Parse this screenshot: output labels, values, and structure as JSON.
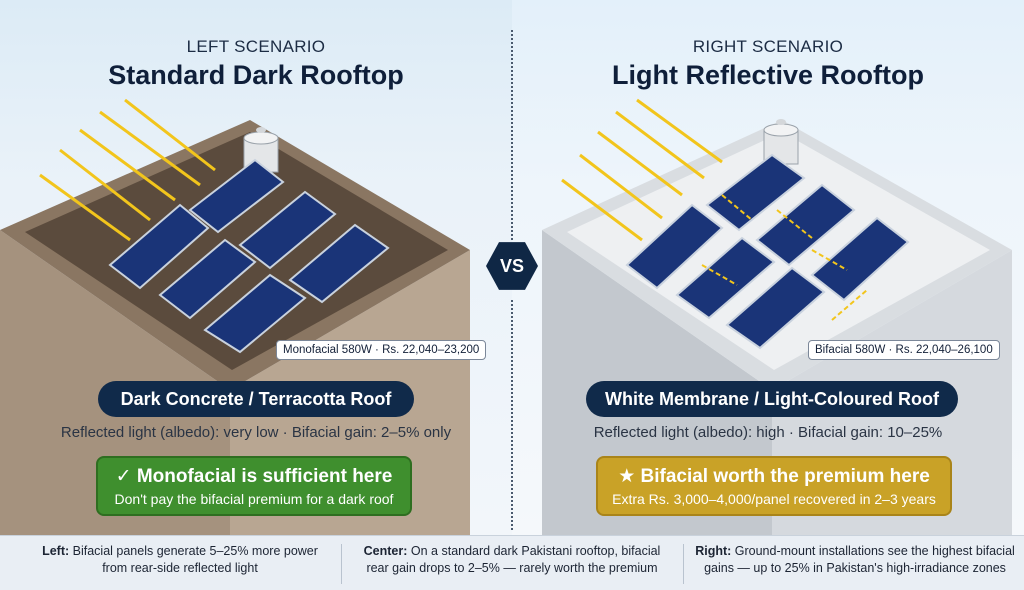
{
  "left": {
    "scenario": "LEFT SCENARIO",
    "title": "Standard Dark Rooftop",
    "price_tag": "Monofacial 580W · Rs. 22,040–23,200",
    "roof_label": "Dark Concrete / Terracotta Roof",
    "albedo": "Reflected light (albedo): very low · Bifacial gain: 2–5% only",
    "verdict_icon": "checkmark-icon",
    "verdict_head": "✓ Monofacial is sufficient here",
    "verdict_sub": "Don't pay the bifacial premium for a dark roof",
    "colors": {
      "roof": "#6b5847",
      "wall": "#a08e7b",
      "badge": "#3f8f2e"
    }
  },
  "right": {
    "scenario": "RIGHT SCENARIO",
    "title": "Light Reflective Rooftop",
    "price_tag": "Bifacial 580W · Rs. 22,040–26,100",
    "roof_label": "White Membrane / Light-Coloured Roof",
    "albedo": "Reflected light (albedo): high · Bifacial gain: 10–25%",
    "verdict_icon": "star-icon",
    "verdict_head": "★ Bifacial worth the premium here",
    "verdict_sub": "Extra Rs. 3,000–4,000/panel recovered in 2–3 years",
    "colors": {
      "roof": "#e6e9ec",
      "wall": "#c7ccd2",
      "badge": "#c9a227"
    }
  },
  "vs_label": "VS",
  "footer": {
    "left_key": "Left:",
    "left_text": " Bifacial panels generate 5–25% more power from rear-side reflected light",
    "center_key": "Center:",
    "center_text": " On a standard dark Pakistani rooftop, bifacial rear gain drops to 2–5% — rarely worth the premium",
    "right_key": "Right:",
    "right_text": " Ground-mount installations see the highest bifacial gains — up to 25% in Pakistan's high-irradiance zones"
  }
}
